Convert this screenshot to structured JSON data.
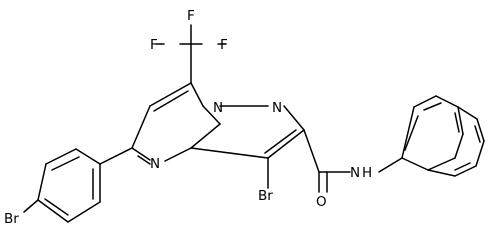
{
  "structure": {
    "atom_labels": {
      "F1": "F",
      "F2": "F",
      "F3": "F",
      "N_bridge": "N",
      "N_pyrazole": "N",
      "N_pyrimidine": "N",
      "Br_core": "Br",
      "O_amide": "O",
      "NH_amide": "N",
      "H_amide": "H",
      "Br_phenyl": "Br"
    },
    "colors": {
      "bond": "#000000",
      "label": "#000000",
      "background": "#ffffff"
    }
  }
}
